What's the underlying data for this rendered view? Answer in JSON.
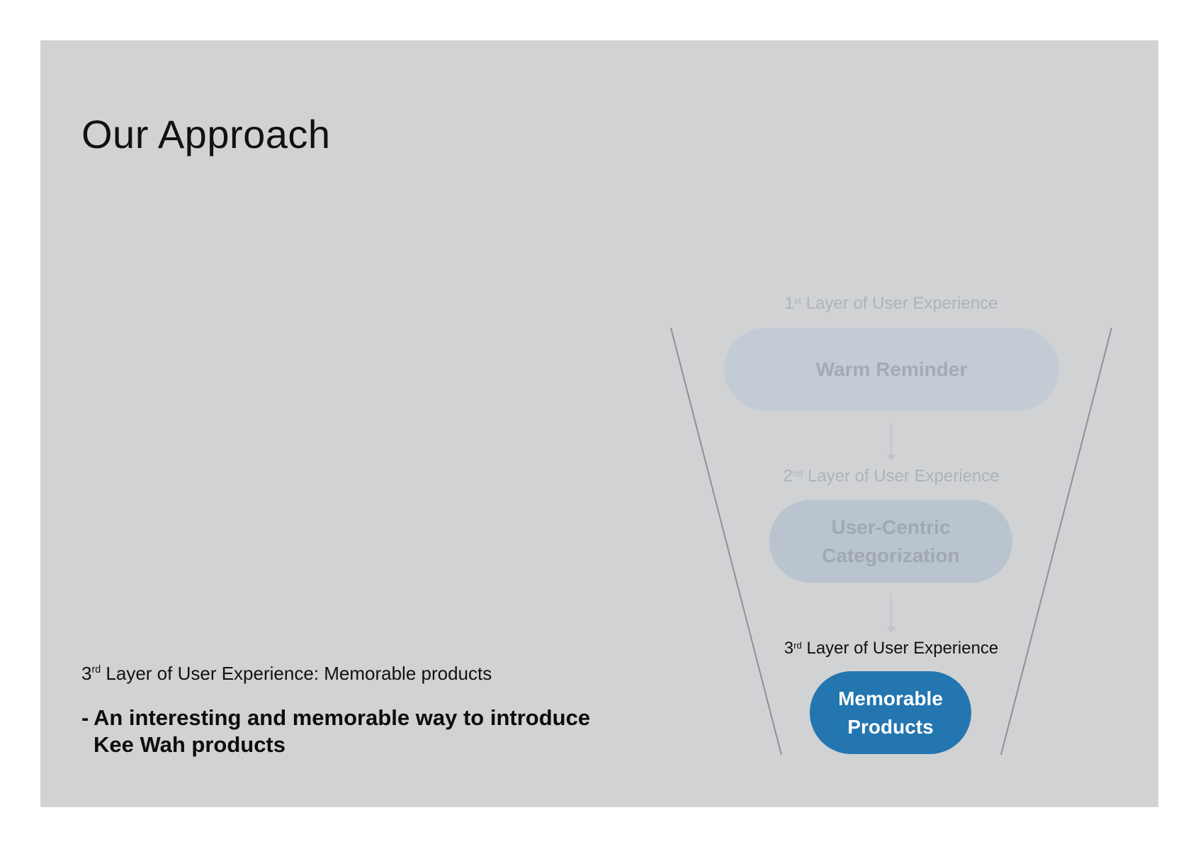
{
  "slide": {
    "title": "Our Approach",
    "caption": {
      "ordinal_number": "3",
      "ordinal_suffix": "rd",
      "text": " Layer of User Experience: Memorable products"
    },
    "bullet": {
      "dash": "-",
      "line1": "An interesting and memorable way to introduce",
      "line2": "Kee Wah products"
    }
  },
  "funnel": {
    "layers": [
      {
        "number": "1",
        "suffix": "st",
        "label": " Layer of User Experience",
        "box": "Warm Reminder",
        "active": false
      },
      {
        "number": "2",
        "suffix": "nd",
        "label": " Layer of User Experience",
        "box_line1": "User-Centric",
        "box_line2": "Categorization",
        "active": false
      },
      {
        "number": "3",
        "suffix": "rd",
        "label": " Layer of User Experience",
        "box_line1": "Memorable",
        "box_line2": "Products",
        "active": true
      }
    ],
    "colors": {
      "active_box": "#2376b0",
      "faded_box_1": "#c3ccd5",
      "faded_box_2": "#b9c4ce",
      "faded_text": "#aeb3b9",
      "funnel_line": "#8e9094",
      "arrow": "#c2c4c7"
    }
  }
}
